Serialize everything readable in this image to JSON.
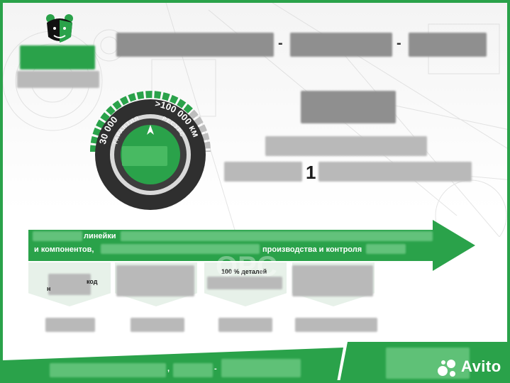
{
  "colors": {
    "brand_green": "#2aa24a",
    "dark_gray": "#3a3a3a",
    "light_gray": "#bdbdbd"
  },
  "header": {
    "dash_1": "-",
    "dash_2": "-"
  },
  "gauge": {
    "warranty_km": "30 000",
    "warranty_label": "ГАРАНТИЯ",
    "resource_km": ">100 000 км",
    "resource_label": "РЕСУРС"
  },
  "right_panel": {
    "digit": "1"
  },
  "arrow": {
    "line1_word": "линейки",
    "line2_start": "и компонентов,",
    "line2_end": "производства и контроля"
  },
  "boxes": [
    {
      "label": "код",
      "label_prefix": "н"
    },
    {
      "label": ""
    },
    {
      "label": "100 % деталей"
    },
    {
      "label": ""
    }
  ],
  "footer": {
    "dash": "-",
    "comma": ",",
    "watermark": "OPC",
    "site": "Avito"
  }
}
